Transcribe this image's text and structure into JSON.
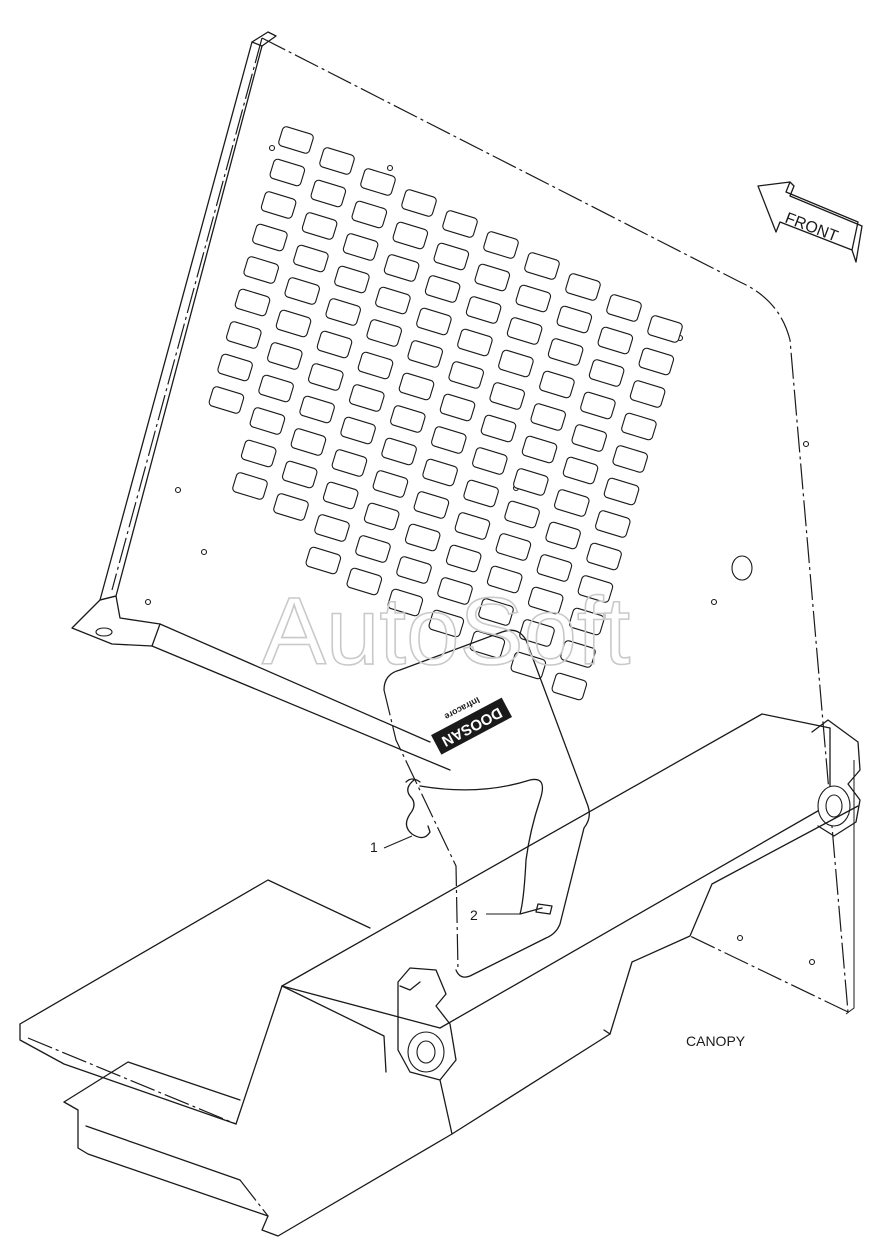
{
  "diagram": {
    "direction_label": "FRONT",
    "callouts": [
      {
        "id": "1",
        "text": "1"
      },
      {
        "id": "2",
        "text": "2"
      }
    ],
    "caption": "CANOPY",
    "watermark": "AutoSoft",
    "decal_logo": {
      "brand": "DOOSAN",
      "tagline": "Infracore"
    },
    "colors": {
      "line": "#1a1a1a",
      "background": "#ffffff",
      "watermark": "#c9c9c9"
    }
  }
}
